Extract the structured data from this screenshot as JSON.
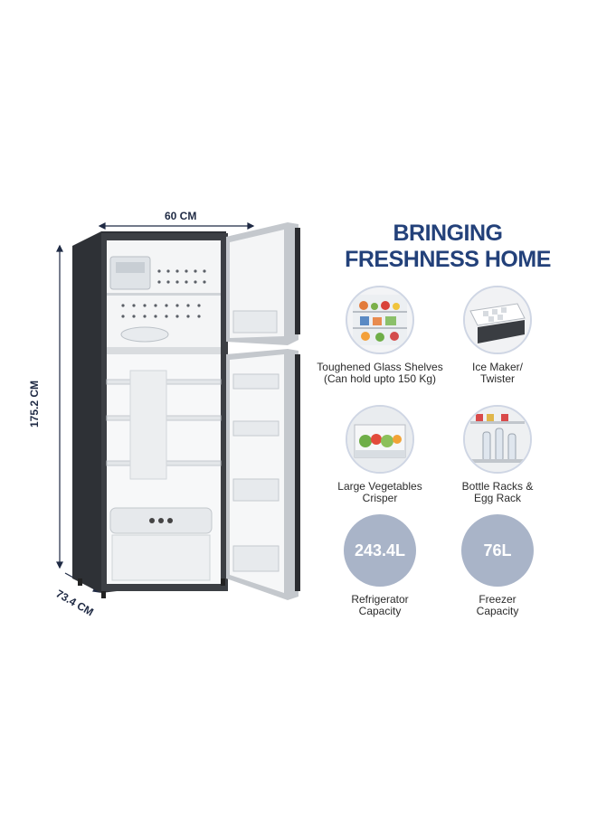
{
  "dimensions": {
    "width": "60 CM",
    "height": "175.2 CM",
    "depth": "73.4 CM"
  },
  "heading": {
    "line1": "BRINGING",
    "line2": "FRESHNESS HOME"
  },
  "features": [
    {
      "icon": "glass-shelves-icon",
      "line1": "Toughened Glass Shelves",
      "line2": "(Can hold upto 150 Kg)"
    },
    {
      "icon": "ice-maker-icon",
      "line1": "Ice Maker/",
      "line2": "Twister"
    },
    {
      "icon": "vegetable-crisper-icon",
      "line1": "Large Vegetables",
      "line2": "Crisper"
    },
    {
      "icon": "bottle-rack-icon",
      "line1": "Bottle Racks &",
      "line2": "Egg Rack"
    }
  ],
  "capacities": [
    {
      "value": "243.4L",
      "line1": "Refrigerator",
      "line2": "Capacity"
    },
    {
      "value": "76L",
      "line1": "Freezer",
      "line2": "Capacity"
    }
  ],
  "colors": {
    "heading": "#23417a",
    "capacity_badge": "#a9b4c8",
    "fridge_body": "#3c3f44",
    "door_steel": "#bfc3c8"
  }
}
